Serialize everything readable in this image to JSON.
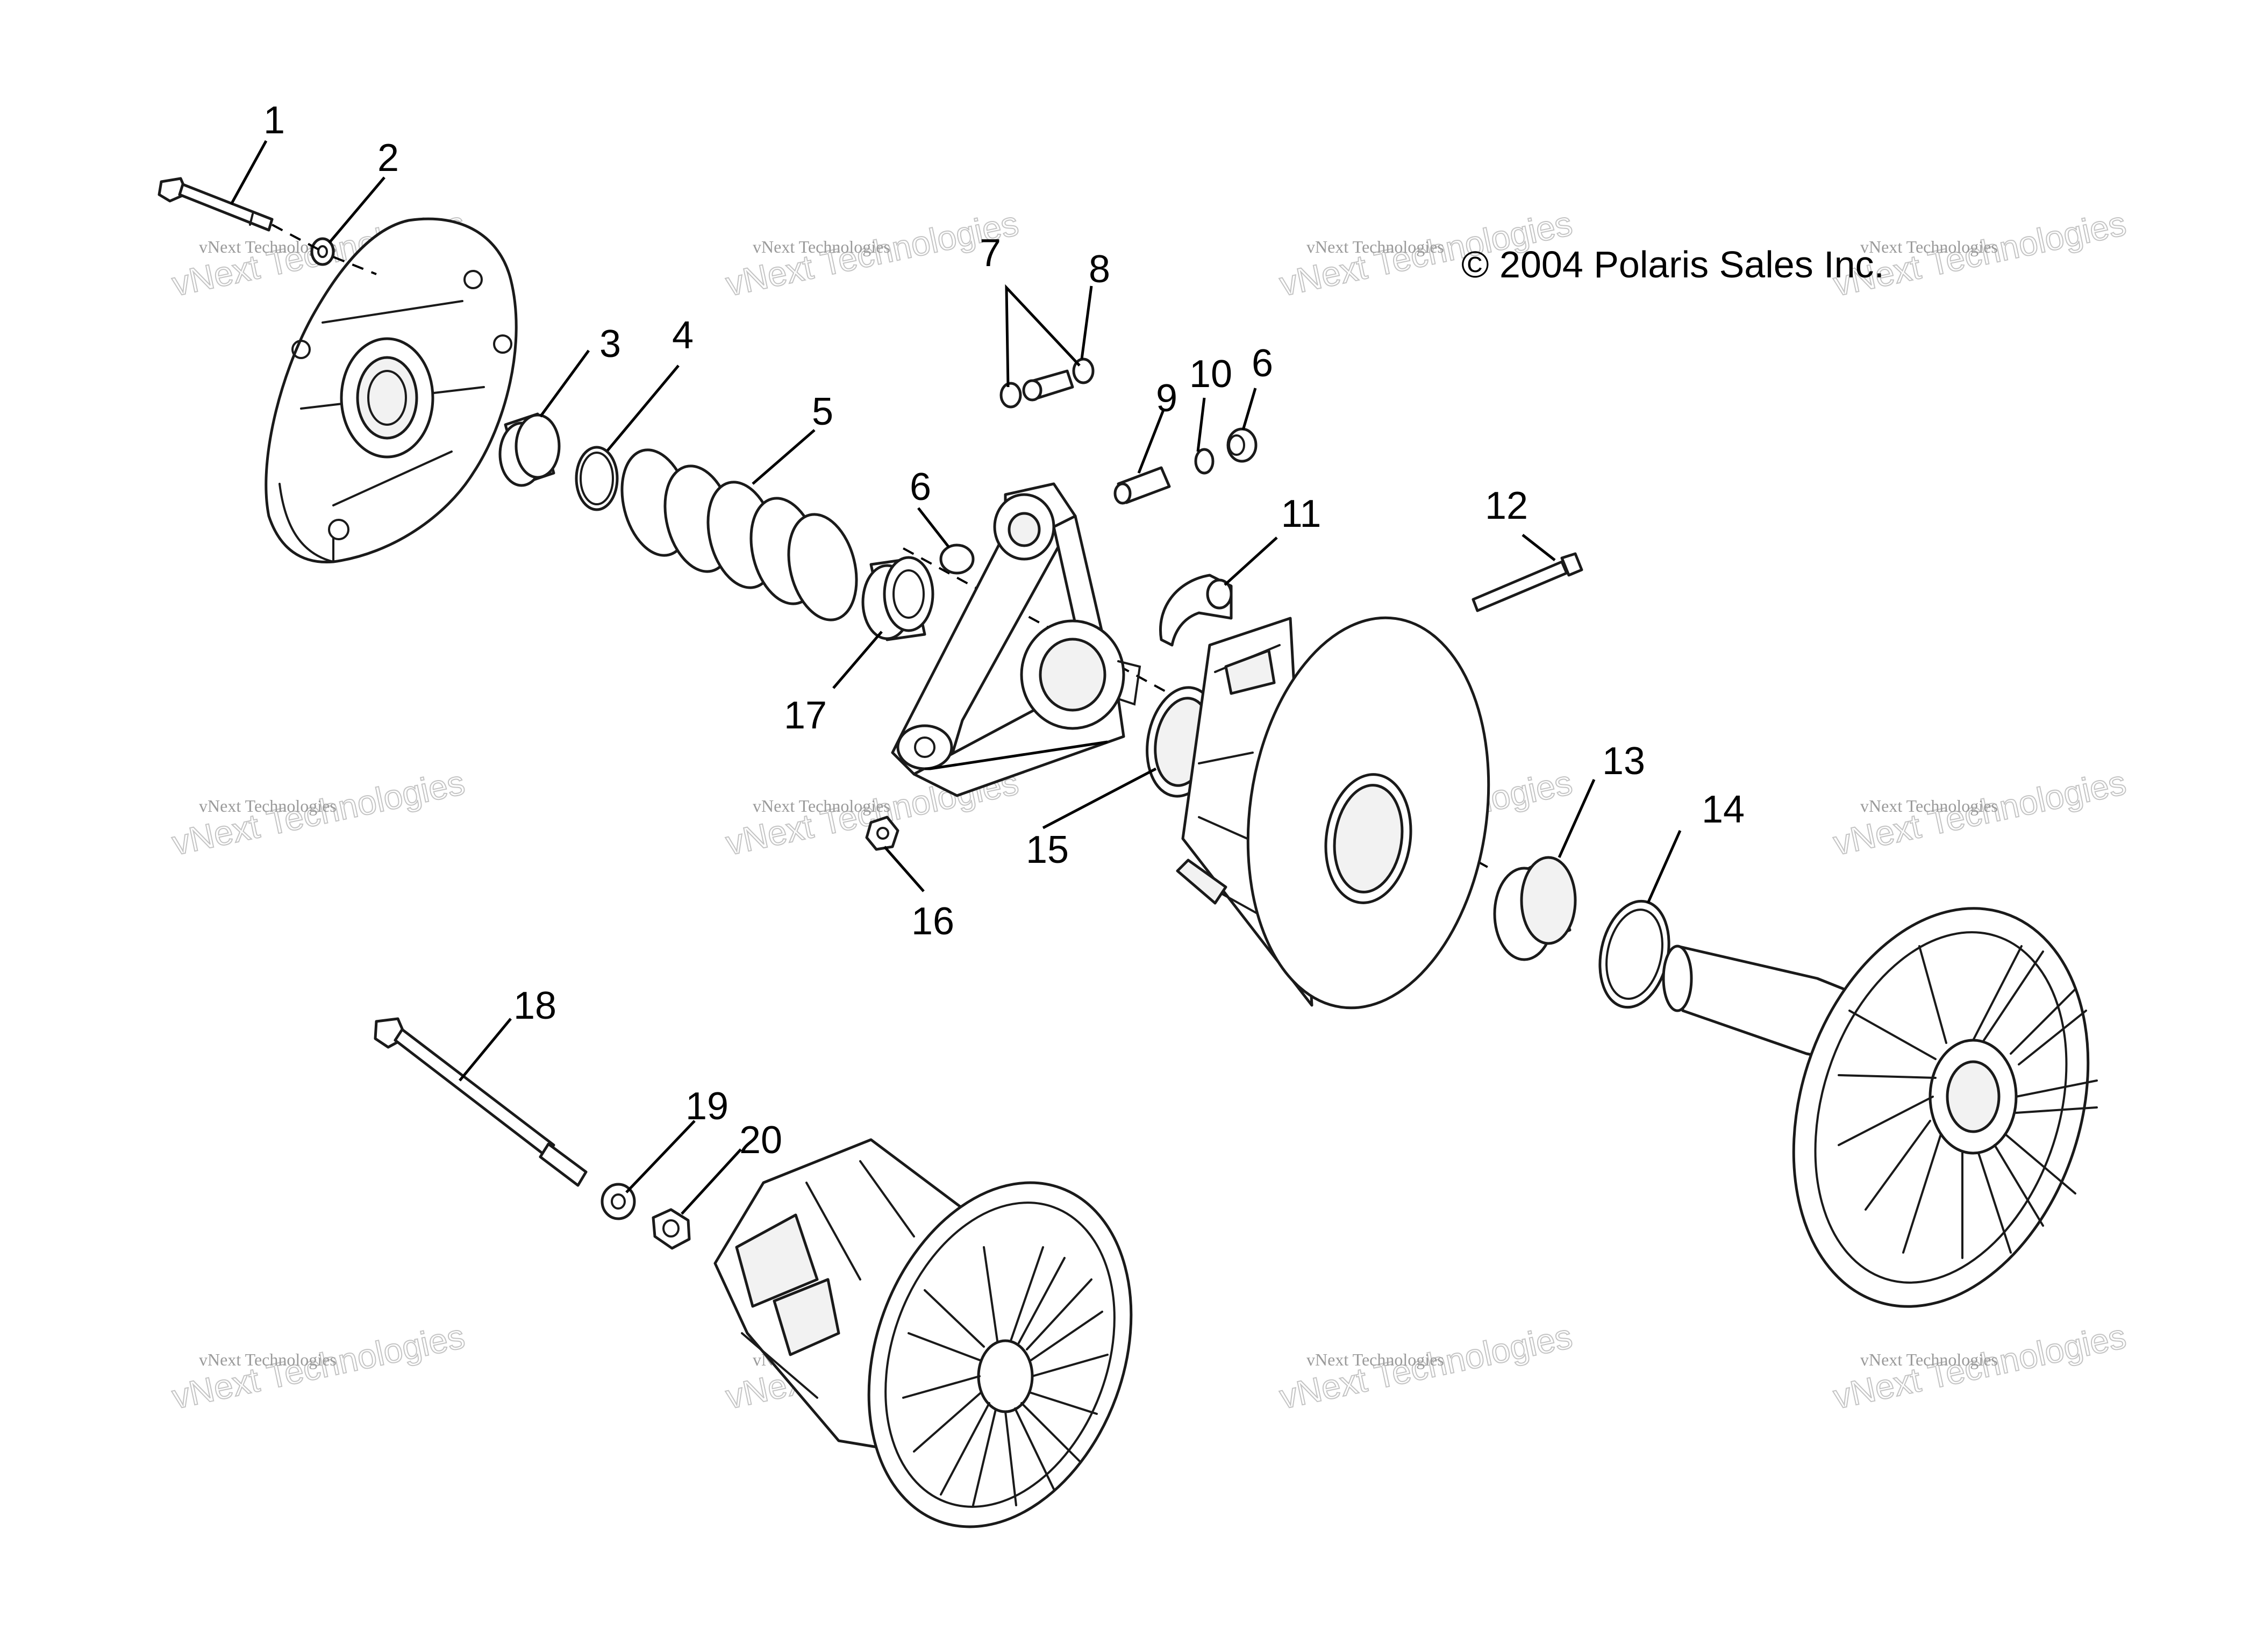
{
  "copyright": "© 2004 Polaris Sales Inc.",
  "watermark": {
    "small_text": "vNext Technologies",
    "big_text": "vNext Technologies"
  },
  "callouts": [
    {
      "id": "1",
      "label": "1"
    },
    {
      "id": "2",
      "label": "2"
    },
    {
      "id": "3",
      "label": "3"
    },
    {
      "id": "4",
      "label": "4"
    },
    {
      "id": "5",
      "label": "5"
    },
    {
      "id": "6a",
      "label": "6"
    },
    {
      "id": "6b",
      "label": "6"
    },
    {
      "id": "7",
      "label": "7"
    },
    {
      "id": "8",
      "label": "8"
    },
    {
      "id": "9",
      "label": "9"
    },
    {
      "id": "10",
      "label": "10"
    },
    {
      "id": "11",
      "label": "11"
    },
    {
      "id": "12",
      "label": "12"
    },
    {
      "id": "13",
      "label": "13"
    },
    {
      "id": "14",
      "label": "14"
    },
    {
      "id": "15",
      "label": "15"
    },
    {
      "id": "16",
      "label": "16"
    },
    {
      "id": "17",
      "label": "17"
    },
    {
      "id": "18",
      "label": "18"
    },
    {
      "id": "19",
      "label": "19"
    },
    {
      "id": "20",
      "label": "20"
    }
  ],
  "colors": {
    "line": "#1a1a1a",
    "background": "#ffffff",
    "watermark": "#9a9a9a"
  }
}
